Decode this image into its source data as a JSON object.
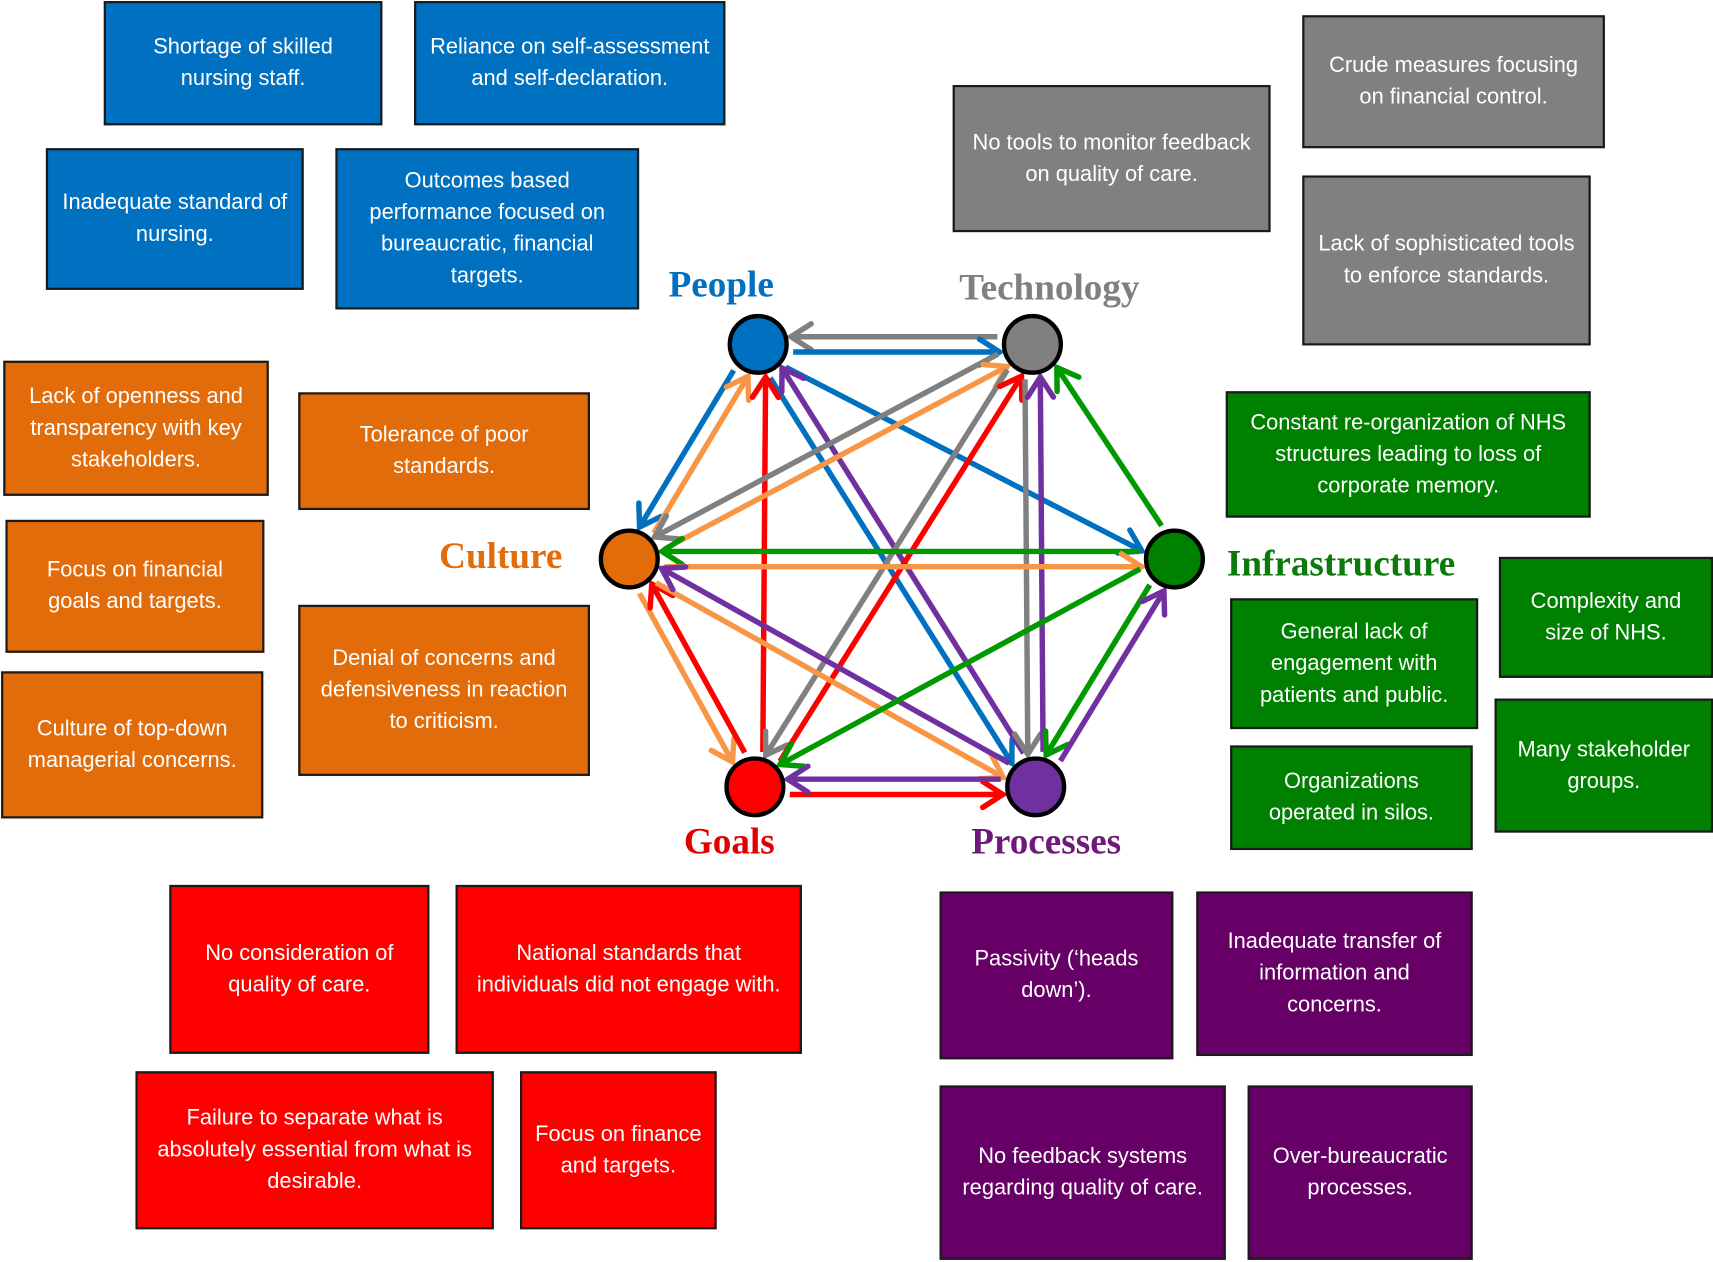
{
  "nodes": [
    {
      "id": "people",
      "label": "People",
      "color": "#0070c0",
      "label_color": "#0070c0"
    },
    {
      "id": "technology",
      "label": "Technology",
      "color": "#808080",
      "label_color": "#808080"
    },
    {
      "id": "culture",
      "label": "Culture",
      "color": "#e26b0a",
      "label_color": "#e26b0a"
    },
    {
      "id": "infrastructure",
      "label": "Infrastructure",
      "color": "#008000",
      "label_color": "#0b7a0b"
    },
    {
      "id": "goals",
      "label": "Goals",
      "color": "#ff0000",
      "label_color": "#e00000"
    },
    {
      "id": "processes",
      "label": "Processes",
      "color": "#7030a0",
      "label_color": "#6f1a7a"
    }
  ],
  "edge_colors": {
    "people": "#0070c0",
    "technology": "#808080",
    "culture": "#f79646",
    "infrastructure": "#009900",
    "goals": "#ff0000",
    "processes": "#7030a0"
  },
  "edges": [
    {
      "from": "technology",
      "to": "people"
    },
    {
      "from": "people",
      "to": "technology"
    },
    {
      "from": "people",
      "to": "culture"
    },
    {
      "from": "culture",
      "to": "people"
    },
    {
      "from": "people",
      "to": "infrastructure"
    },
    {
      "from": "infrastructure",
      "to": "technology"
    },
    {
      "from": "people",
      "to": "processes"
    },
    {
      "from": "processes",
      "to": "people"
    },
    {
      "from": "goals",
      "to": "people"
    },
    {
      "from": "technology",
      "to": "culture"
    },
    {
      "from": "culture",
      "to": "technology"
    },
    {
      "from": "technology",
      "to": "goals"
    },
    {
      "from": "goals",
      "to": "technology"
    },
    {
      "from": "technology",
      "to": "processes"
    },
    {
      "from": "processes",
      "to": "technology"
    },
    {
      "from": "infrastructure",
      "to": "culture"
    },
    {
      "from": "culture",
      "to": "infrastructure"
    },
    {
      "from": "culture",
      "to": "goals"
    },
    {
      "from": "goals",
      "to": "culture"
    },
    {
      "from": "culture",
      "to": "processes"
    },
    {
      "from": "processes",
      "to": "culture"
    },
    {
      "from": "infrastructure",
      "to": "goals"
    },
    {
      "from": "infrastructure",
      "to": "processes"
    },
    {
      "from": "processes",
      "to": "infrastructure"
    },
    {
      "from": "goals",
      "to": "processes"
    },
    {
      "from": "processes",
      "to": "goals"
    }
  ],
  "boxes": {
    "people": [
      "Shortage of skilled nursing staff.",
      "Reliance on self-assessment and self-declaration.",
      "Inadequate standard of nursing.",
      "Outcomes based performance focused on bureaucratic, financial targets."
    ],
    "technology": [
      "No tools to monitor feedback on quality of care.",
      "Crude measures focusing on financial control.",
      "Lack of sophisticated tools to enforce standards."
    ],
    "culture": [
      "Lack of openness and  transparency with key stakeholders.",
      "Tolerance of poor standards.",
      "Focus on financial goals and targets.",
      "Denial of concerns and defensiveness in reaction to criticism.",
      "Culture of top-down managerial concerns."
    ],
    "infrastructure": [
      "Constant re-organization of NHS structures leading to loss of corporate memory.",
      "General lack of engagement with patients and public.",
      "Complexity and size of NHS.",
      "Organizations operated in silos.",
      "Many stakeholder groups."
    ],
    "goals": [
      "No consideration of quality of care.",
      "National standards that individuals did not engage with.",
      "Failure to separate what is absolutely essential from what is desirable.",
      "Focus on finance and targets."
    ],
    "processes": [
      "Passivity (‘heads down’).",
      "Inadequate transfer of information and concerns.",
      "No feedback systems regarding quality of care.",
      "Over-bureaucratic processes."
    ]
  }
}
